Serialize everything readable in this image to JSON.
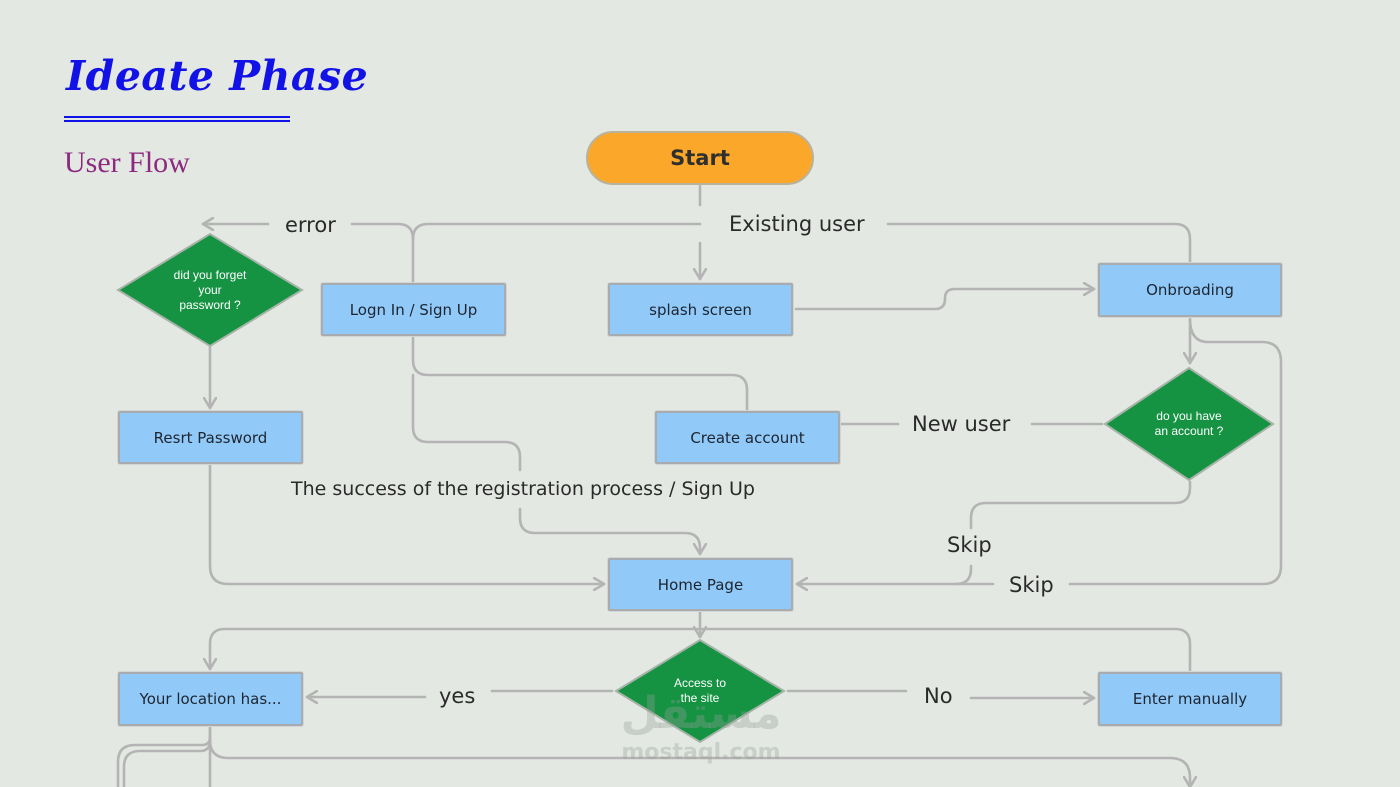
{
  "header": {
    "title": "Ideate Phase",
    "subtitle": "User Flow"
  },
  "nodes": {
    "start": "Start",
    "splash": "splash screen",
    "login": "Logn In / Sign Up",
    "onboarding": "Onbroading",
    "create_account": "Create account",
    "reset_password": "Resrt Password",
    "home": "Home Page",
    "location": "Your location has...",
    "enter_manually": "Enter manually",
    "forgot_password": [
      "did you forget",
      "your",
      "password ?"
    ],
    "have_account": [
      "do you have",
      "an account ?"
    ],
    "access_site": [
      "Access to",
      "the site"
    ]
  },
  "edge_labels": {
    "error": "error",
    "existing_user": "Existing user",
    "new_user": "New user",
    "success": "The success of the registration process / Sign Up",
    "skip_1": "Skip",
    "skip_2": "Skip",
    "yes": "yes",
    "no": "No"
  },
  "watermark": {
    "glyph": "مستقل",
    "site": "mostaql.com"
  },
  "colors": {
    "title": "#1212e6",
    "subtitle": "#8b2a7f",
    "process_box": "#91c9f8",
    "decision": "#159343",
    "terminal": "#fba82a",
    "connector": "#b4b4b4",
    "background": "#e4e8e3"
  }
}
